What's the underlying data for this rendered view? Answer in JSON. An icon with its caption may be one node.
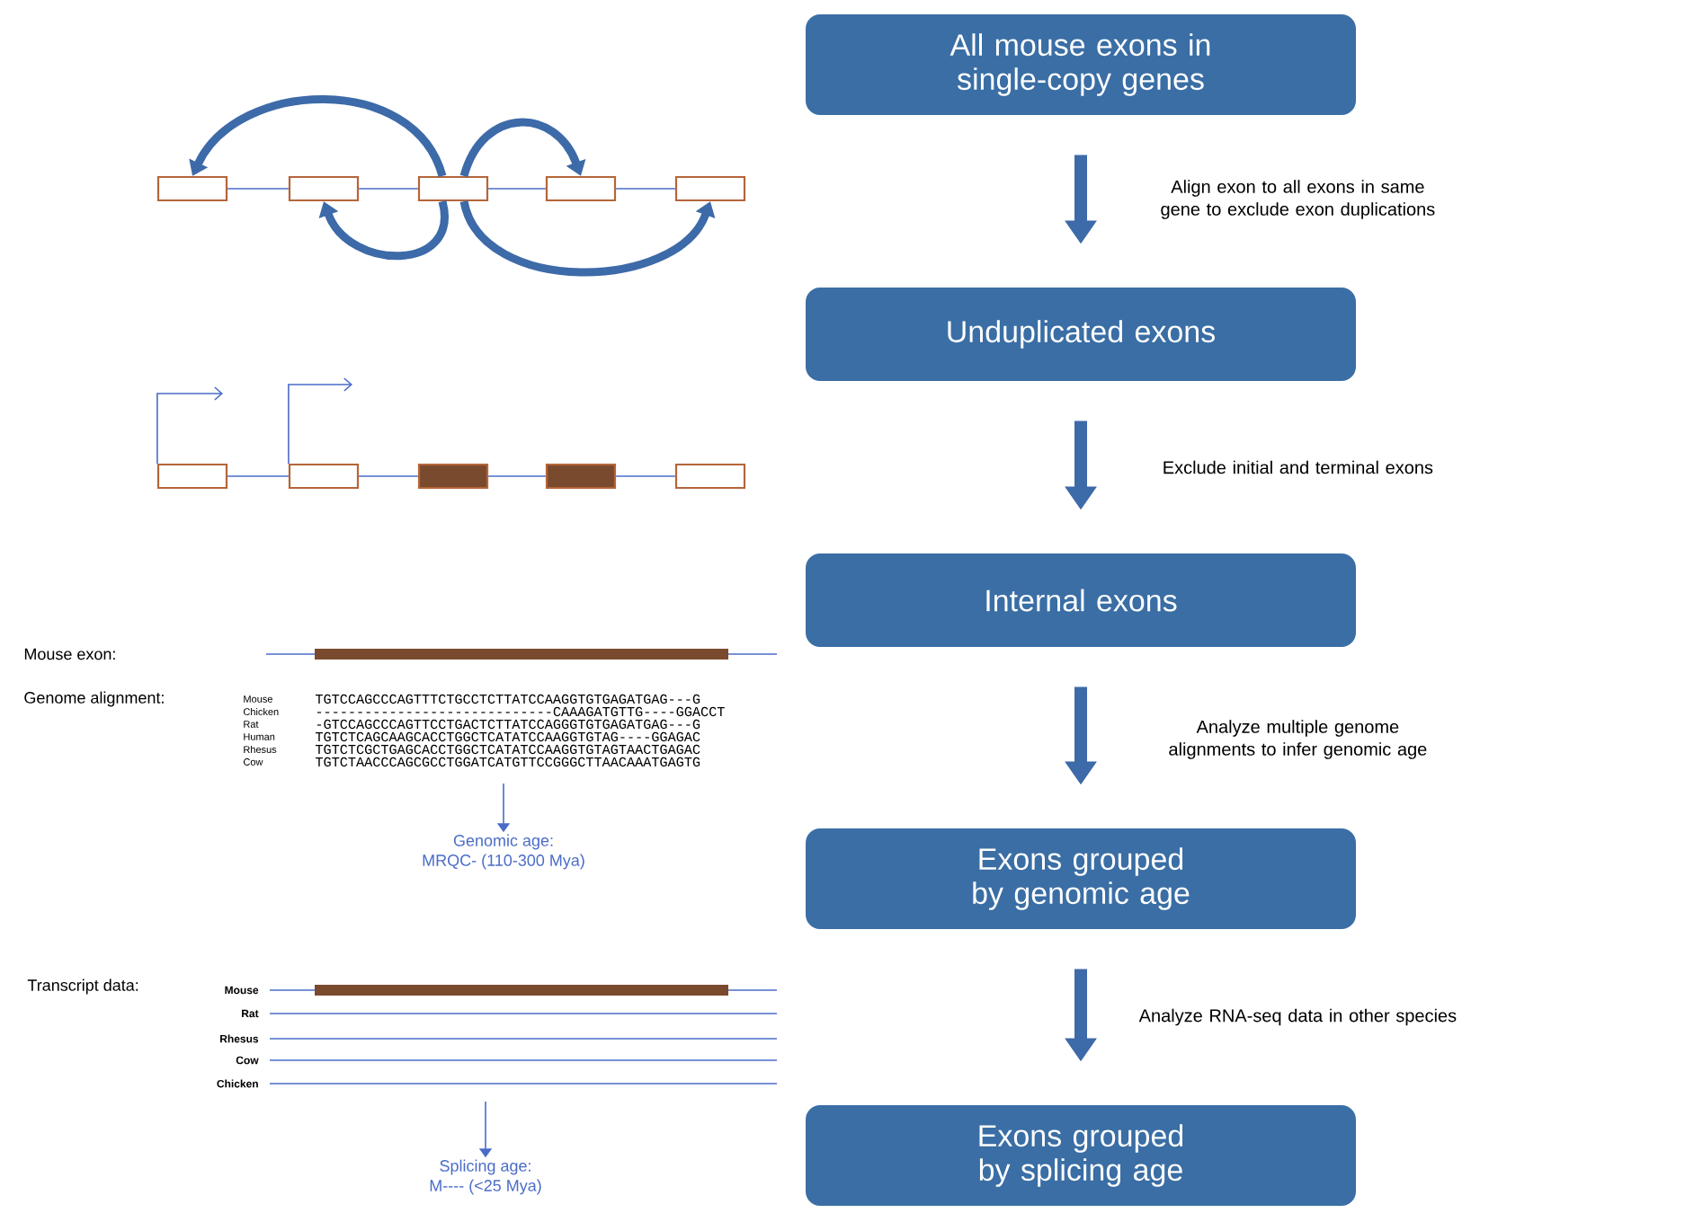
{
  "diagram": {
    "nodes": [
      {
        "text": [
          "All mouse exons in single-copy genes"
        ]
      },
      {
        "text": [
          "Unduplicated exons"
        ]
      },
      {
        "text": [
          "Internal exons"
        ]
      },
      {
        "text": [
          "Exons grouped by genomic age"
        ]
      },
      {
        "text": [
          "Exons grouped by splicing age"
        ]
      },
      {
        "text": [],
        "shape": "box"
      },
      {
        "text": [],
        "shape": "box"
      },
      {
        "text": [],
        "shape": "box"
      },
      {
        "text": [],
        "shape": "box"
      },
      {
        "text": [],
        "shape": "box"
      },
      {
        "text": [],
        "shape": "box"
      },
      {
        "text": [],
        "shape": "box"
      },
      {
        "text": [],
        "shape": "box"
      },
      {
        "text": [],
        "shape": "box"
      },
      {
        "text": [],
        "shape": "box"
      },
      {
        "text": [
          "Genomic age:",
          "MRQC- (110-300 Mya)"
        ]
      },
      {
        "text": [
          "Splicing age:",
          "M---- (<25 Mya)"
        ]
      }
    ],
    "edges": [
      {
        "from": 0,
        "to": 1,
        "arrow": "to",
        "style": "thick",
        "color": "#3d6aa8",
        "label": "Align exon to all exons in same gene to exclude exon duplications"
      },
      {
        "from": 1,
        "to": 2,
        "arrow": "to",
        "style": "thick",
        "color": "#3d6aa8",
        "label": "Exclude initial and terminal exons"
      },
      {
        "from": 2,
        "to": 3,
        "arrow": "to",
        "style": "thick",
        "color": "#3d6aa8",
        "label": "Analyze multiple genome alignments to infer genomic age"
      },
      {
        "from": 3,
        "to": 4,
        "arrow": "to",
        "style": "thick",
        "color": "#3d6aa8",
        "label": "Analyze RNA-seq data in other species"
      },
      {
        "from": 7,
        "to": 5,
        "arrow": "to",
        "style": "thick",
        "color": "#3d6aa8"
      },
      {
        "from": 7,
        "to": 8,
        "arrow": "to",
        "style": "thick",
        "color": "#3d6aa8"
      },
      {
        "from": 7,
        "to": 6,
        "arrow": "to",
        "style": "thick",
        "color": "#3d6aa8"
      },
      {
        "from": 7,
        "to": 9,
        "arrow": "to",
        "style": "thick",
        "color": "#3d6aa8"
      },
      {
        "from": 5,
        "to": 6,
        "arrow": "none"
      },
      {
        "from": 6,
        "to": 7,
        "arrow": "none"
      },
      {
        "from": 7,
        "to": 8,
        "arrow": "none"
      },
      {
        "from": 8,
        "to": 9,
        "arrow": "none"
      },
      {
        "from": 10,
        "to": 11,
        "arrow": "none"
      },
      {
        "from": 11,
        "to": 12,
        "arrow": "none"
      },
      {
        "from": 12,
        "to": 13,
        "arrow": "none"
      },
      {
        "from": 13,
        "to": 14,
        "arrow": "none"
      },
      {
        "from": null,
        "to": 15,
        "arrow": "to"
      },
      {
        "from": null,
        "to": 16,
        "arrow": "to"
      },
      {
        "from": 10,
        "to": null,
        "arrow": "to"
      },
      {
        "from": 11,
        "to": null,
        "arrow": "to"
      }
    ],
    "labels": [
      "Mouse exon:",
      "Genome alignment:",
      "Mouse",
      "TGTCCAGCCCAGTTTCTGCCTCTTATCCAAGGTGTGAGATGAG---G",
      "Chicken",
      "-----------------------------CAAAGATGTTG----GGACCT",
      "Rat",
      "-GTCCAGCCCAGTTCCTGACTCTTATCCAGGGTGTGAGATGAG---G",
      "Human",
      "TGTCTCAGCAAGCACCTGGCTCATATCCAAGGTGTAG----GGAGAC",
      "Rhesus",
      "TGTCTCGCTGAGCACCTGGCTCATATCCAAGGTGTAGTAACTGAGAC",
      "Cow",
      "TGTCTAACCCAGCGCCTGGATCATGTTCCGGGCTTAACAAATGAGTG",
      "Transcript data:",
      "Mouse",
      "Rat",
      "Rhesus",
      "Cow",
      "Chicken"
    ]
  }
}
